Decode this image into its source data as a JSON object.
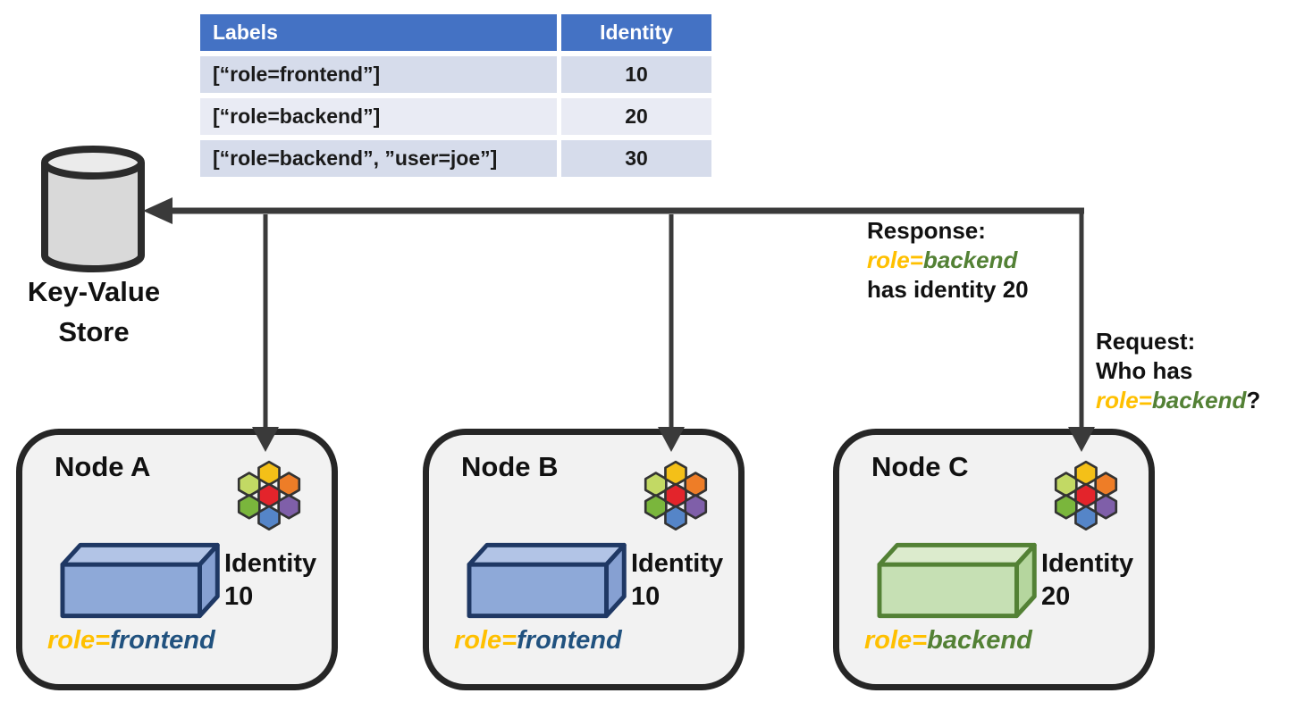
{
  "kv_table": {
    "headers": {
      "labels": "Labels",
      "identity": "Identity"
    },
    "rows": [
      {
        "labels": "[“role=frontend”]",
        "identity": "10"
      },
      {
        "labels": "[“role=backend”]",
        "identity": "20"
      },
      {
        "labels": "[“role=backend”, ”user=joe”]",
        "identity": "30"
      }
    ]
  },
  "key_value_store": {
    "line1": "Key-Value",
    "line2": "Store"
  },
  "response": {
    "title": "Response:",
    "role_key": "role=",
    "role_value": "backend",
    "line3": "has identity 20"
  },
  "request": {
    "title": "Request:",
    "line2": "Who has",
    "role_key": "role=",
    "role_value": "backend",
    "question_mark": "?"
  },
  "nodes": [
    {
      "name": "Node A",
      "identity_label": "Identity",
      "identity_value": "10",
      "role_key": "role=",
      "role_value": "frontend"
    },
    {
      "name": "Node B",
      "identity_label": "Identity",
      "identity_value": "10",
      "role_key": "role=",
      "role_value": "frontend"
    },
    {
      "name": "Node C",
      "identity_label": "Identity",
      "identity_value": "20",
      "role_key": "role=",
      "role_value": "backend"
    }
  ],
  "icons": {
    "node_agent": "hex-cluster-icon",
    "key_value_store": "database-cylinder-icon",
    "sync_arrows": "arrow-connectors"
  },
  "colors": {
    "table_header_bg": "#4472C4",
    "table_band_a": "#D6DCEB",
    "table_band_b": "#E9EBF4",
    "node_background": "#F2F2F2",
    "node_border": "#262626",
    "arrow": "#3A3A3A",
    "role_key": "#FFC000",
    "role_frontend": "#21527F",
    "role_backend": "#538135",
    "cube_blue_front": "#8EA9D8",
    "cube_green_front": "#C6E0B4",
    "cylinder_fill": "#D9D9D9",
    "hex_yellow": "#F4C018",
    "hex_orange": "#EE7D27",
    "hex_light_green": "#C2D964",
    "hex_red": "#E3242B",
    "hex_green": "#7AB63C",
    "hex_purple": "#7F5FA9",
    "hex_blue": "#5585C8"
  }
}
